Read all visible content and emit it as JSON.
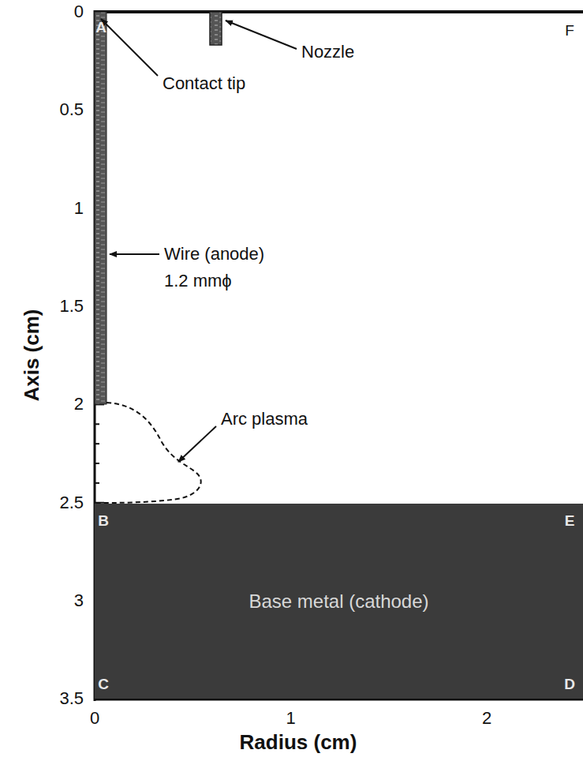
{
  "diagram": {
    "nodes": [
      {
        "text": [
          "Base metal (cathode)"
        ]
      }
    ],
    "labels": [
      "0",
      "0.5",
      "1",
      "1.5",
      "2",
      "2.5",
      "3",
      "3.5",
      "Axis (cm)",
      "0",
      "1",
      "2",
      "Radius (cm)",
      "A",
      "B",
      "C",
      "D",
      "E",
      "F",
      "Contact tip",
      "Nozzle",
      "Wire (anode)",
      "1.2 mmϕ",
      "Arc plasma"
    ]
  }
}
